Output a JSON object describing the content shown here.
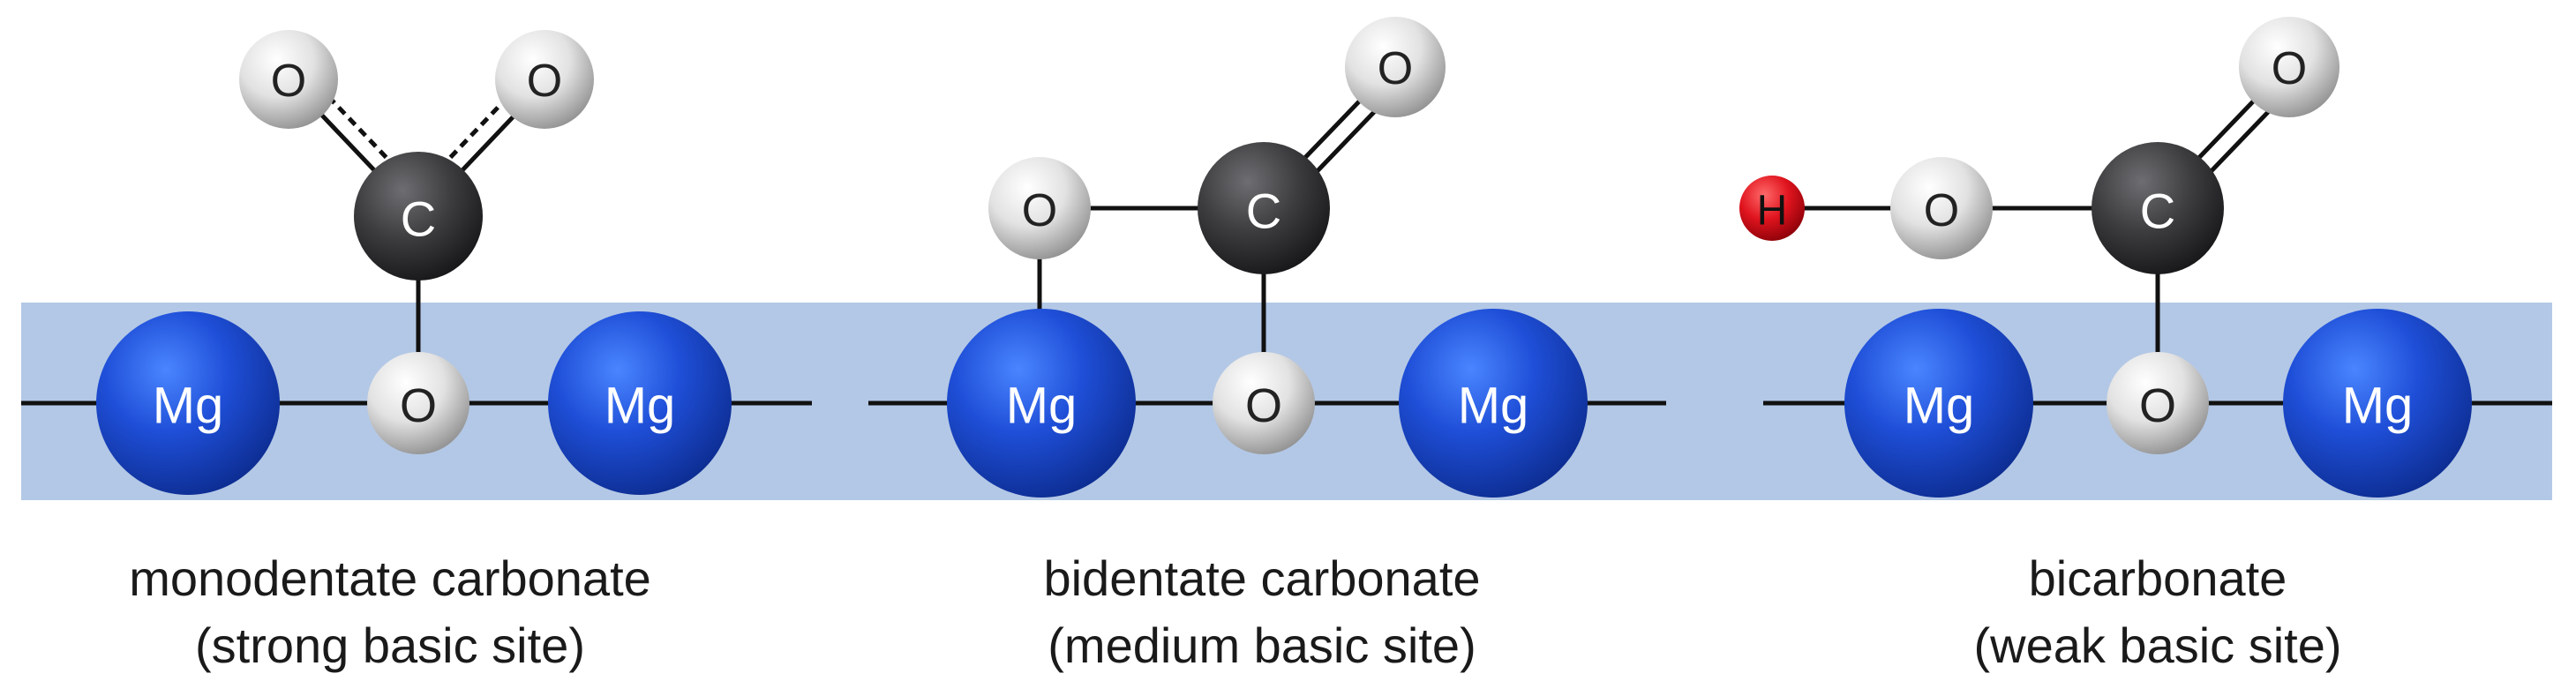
{
  "panels": [
    {
      "caption_line1": "monodentate carbonate",
      "caption_line2": "(strong basic site)",
      "atoms": {
        "o1": "O",
        "o2": "O",
        "c": "C",
        "o_surface": "O",
        "mg_left": "Mg",
        "mg_right": "Mg"
      }
    },
    {
      "caption_line1": "bidentate carbonate",
      "caption_line2": "(medium basic site)",
      "atoms": {
        "o_bridge": "O",
        "c": "C",
        "o_top": "O",
        "o_surface": "O",
        "mg_left": "Mg",
        "mg_right": "Mg"
      }
    },
    {
      "caption_line1": "bicarbonate",
      "caption_line2": "(weak basic site)",
      "atoms": {
        "h": "H",
        "o_oh": "O",
        "c": "C",
        "o_top": "O",
        "o_surface": "O",
        "mg_left": "Mg",
        "mg_right": "Mg"
      }
    }
  ],
  "colors": {
    "surface_band": "#b3c8e6",
    "mg": "#1f4fd8",
    "oxygen": "#d9d9d9",
    "carbon": "#3d3d3f",
    "hydrogen": "#e0141e",
    "bond": "#111111"
  }
}
